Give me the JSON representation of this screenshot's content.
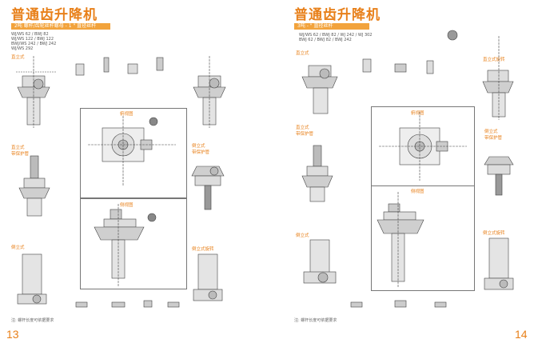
{
  "left": {
    "title": "普通齿升降机",
    "bar_text": "2吨 螺杆/齿轮丝杆螺母 - 1 \" 直径丝杆",
    "models": [
      "WJ/WS 62 / BWJ 82",
      "WJ/WS 122 / BWJ 122",
      "BWJ/WS 242 / BWJ 242",
      "WJ/WS 292"
    ],
    "labels": {
      "upright": "直立式",
      "upright_protect": "直立式\n带保护管",
      "inverted": "倒立式\n带保护管",
      "inverted_rot": "倒立式",
      "inverted_travel": "倒立式旋转",
      "top_view": "俯视图",
      "side_view": "侧视图"
    },
    "footnote": "注: 螺杆长度可依据要求",
    "page_number": "13"
  },
  "right": {
    "title": "普通齿升降机",
    "bar_text": "3吨 - \" 直径丝杆",
    "models": [
      "WJ/WS 62 / BWJ 82 / WJ 242 / WJ 302",
      "BWJ 62 / BWJ 82 / BWJ 242"
    ],
    "labels": {
      "upright_a": "直立式",
      "upright_b": "直立式旋转",
      "upright_protect": "直立式\n带保护管",
      "inverted_protect": "倒立式\n带保护管",
      "inverted": "倒立式",
      "inverted_travel": "倒立式旋转",
      "top_view": "俯视图",
      "side_view": "侧视图"
    },
    "footnote": "注: 螺杆长度可依据要求",
    "page_number": "14"
  },
  "colors": {
    "accent": "#e8801a",
    "bar": "#f2a33c"
  }
}
